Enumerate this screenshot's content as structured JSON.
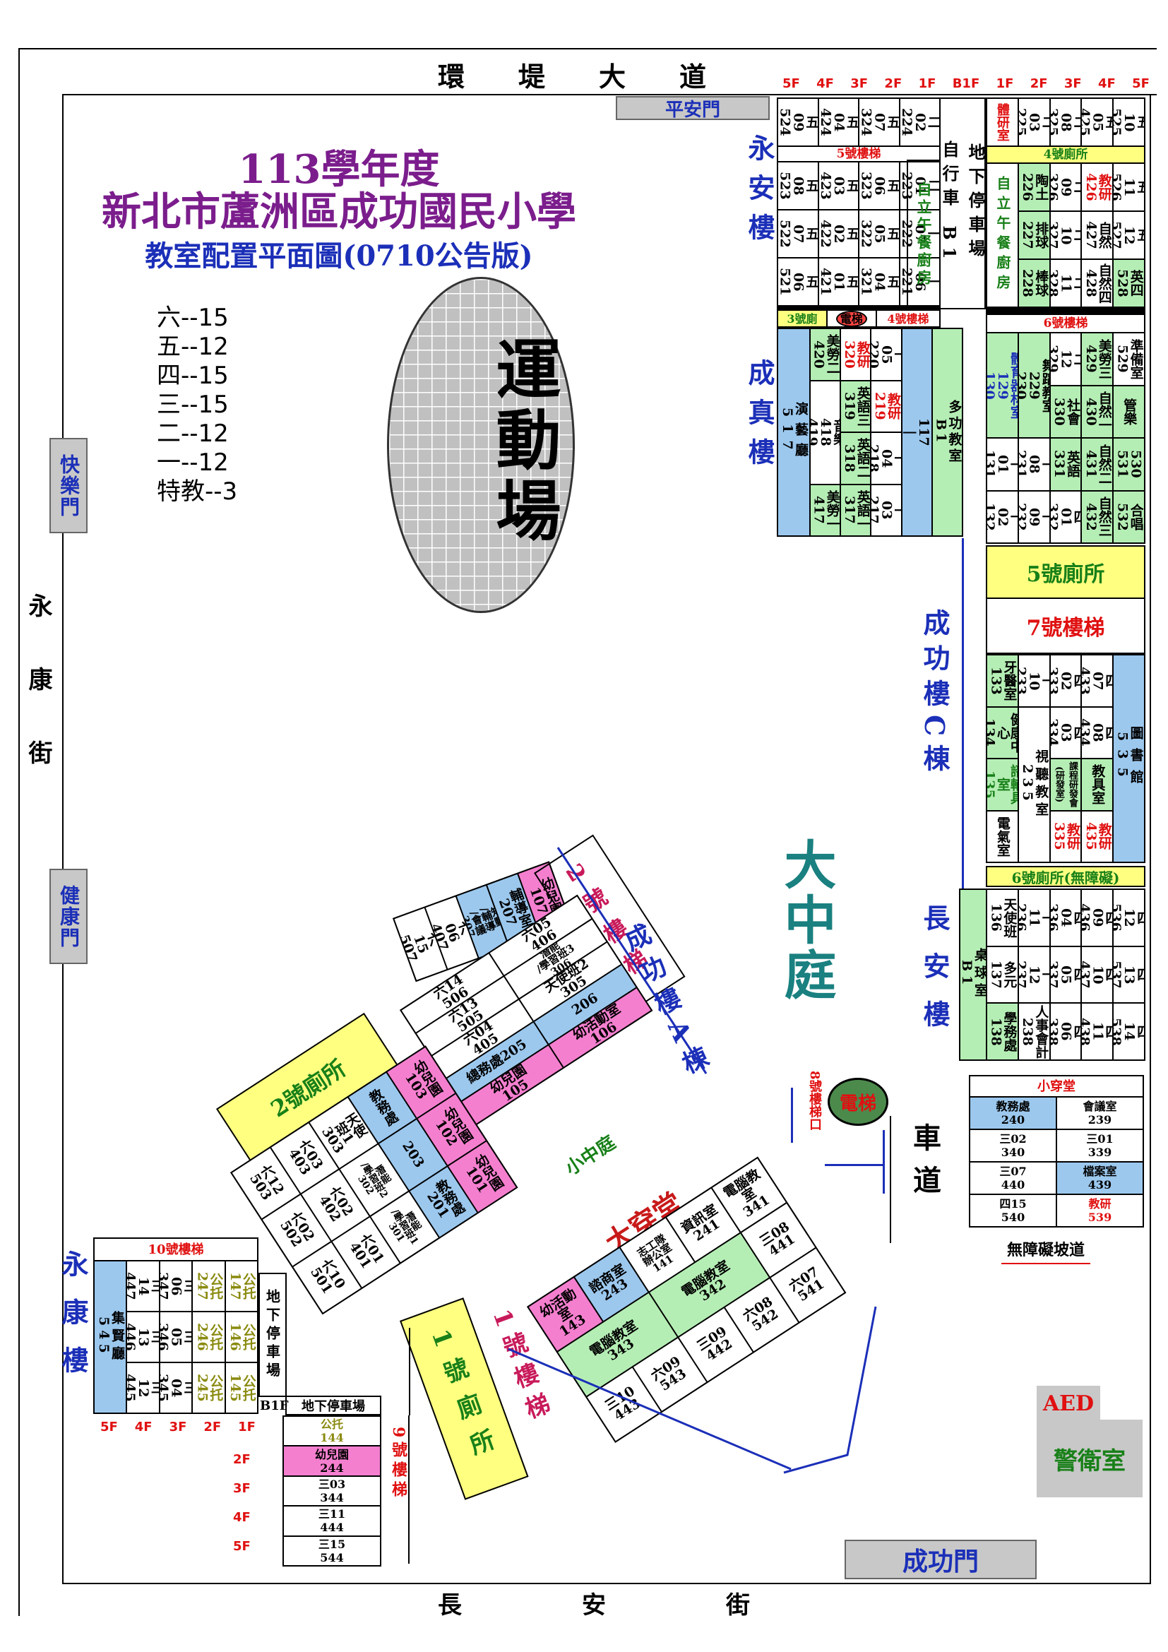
{
  "streets": {
    "top": "環　　堤　　大　　道",
    "bottom": "長　　　　　安　　　　　街",
    "left": "永康街"
  },
  "gates": {
    "ping_an": "平安門",
    "kuai_le": "快樂門",
    "jian_kang": "健康門",
    "cheng_gong": "成功門"
  },
  "title": {
    "year": "113學年度",
    "school": "新北市蘆洲區成功國民小學",
    "subtitle": "教室配置平面圖(0710公告版)"
  },
  "class_counts": [
    "六--15",
    "五--12",
    "四--15",
    "三--15",
    "二--12",
    "一--12",
    "特教--3"
  ],
  "field": "運動場",
  "courtyard": "大中庭",
  "small_courtyard": "小中庭",
  "hall": "大穿堂",
  "buildings": {
    "yong_an": "永安樓",
    "cheng_zhen": "成真樓",
    "cheng_gong_c": "成功樓C棟",
    "chang_an": "長安樓",
    "cheng_gong_a": "成功樓A棟",
    "yong_kang": "永康樓"
  },
  "floors_right": [
    "5F",
    "4F",
    "3F",
    "2F",
    "1F",
    "B1F",
    "1F",
    "2F",
    "3F",
    "4F",
    "5F"
  ],
  "floors_yongkang": [
    "5F",
    "4F",
    "3F",
    "2F",
    "1F"
  ],
  "floors_b9": [
    "2F",
    "3F",
    "4F",
    "5F"
  ],
  "yongan_rows": [
    [
      "五\n09\n524",
      "五\n04\n424",
      "五\n07\n324",
      "二\n02\n224"
    ],
    [
      "五\n08\n523",
      "五\n03\n423",
      "五\n06\n323",
      "二\n01\n223"
    ],
    [
      "五\n07\n522",
      "五\n02\n422",
      "五\n05\n322",
      "一\n07\n222"
    ],
    [
      "五\n06\n521",
      "五\n01\n421",
      "五\n04\n321",
      "一\n06\n221"
    ]
  ],
  "yongan_side": {
    "lunch": "自立午餐廚房",
    "parking": "地下停車場",
    "parking_floor": "自行車 B1"
  },
  "east_rows": [
    [
      "體研室",
      "二\n03\n225",
      "二\n08\n325",
      "五\n05\n425",
      "五\n10\n525"
    ],
    [
      "陶土\n226",
      "二\n09\n326",
      "教研\n426",
      "五\n11\n526"
    ],
    [
      "排球\n227",
      "二\n10\n327",
      "自然\n427",
      "五\n12\n527"
    ],
    [
      "棒球\n228",
      "二\n11\n328",
      "自然四\n428",
      "英四\n528"
    ]
  ],
  "east_lunch": "自立午餐廚房",
  "stairs": {
    "s3": "3號廁",
    "elev": "電梯",
    "s4": "4號樓梯",
    "s5": "5號樓梯",
    "t4": "4號廁所",
    "s6": "6號樓梯",
    "s7": "7號樓梯",
    "t5": "5號廁所",
    "t6": "6號廁所(無障礙)",
    "s8": "8號樓梯口",
    "elev8": "電梯",
    "s10": "10號樓梯",
    "s9": "9號樓梯",
    "t1": "1號廁所",
    "s1": "1號樓梯",
    "t2": "2號廁所",
    "s2": "2號樓梯"
  },
  "chengzhen": {
    "theater": "演藝廳\n517",
    "c1": [
      "美勞二\n420",
      "音樂\n418\n419",
      "美勞一\n417"
    ],
    "c2": [
      "教研\n320",
      "英語三\n319",
      "英語二\n318",
      "英語一\n317"
    ],
    "c3": [
      "教研\n219",
      "一\n05\n220",
      "一\n04\n218",
      "一\n03\n217"
    ],
    "library": "圖書館\n117\n|\n120",
    "multi": "多功教室\nB1"
  },
  "c6block": {
    "r1": [
      "體育器材室\n129\n130",
      "舞蹈教室\n229\n230",
      "二\n12\n329",
      "美勞三\n429",
      "準備室\n529"
    ],
    "r2": [
      "社會\n330",
      "自然一\n430",
      "管樂"
    ],
    "r3": [
      "一\n01\n131",
      "一\n08\n231",
      "英語\n331",
      "自然二\n431",
      "530\n531"
    ],
    "r4": [
      "一\n02\n132",
      "一\n09\n232",
      "四\n01\n332",
      "自然三\n432",
      "合唱\n532"
    ]
  },
  "c7block": {
    "col1": [
      "牙醫室\n133",
      "健康中心\n134",
      "諮輔具室\n135",
      "電氣室"
    ],
    "col2": [
      "一\n10\n233",
      "視聽教室\n235"
    ],
    "col3": [
      "四\n02\n333",
      "四\n03\n334",
      "課程研發會\n(研發室)",
      "教研\n335"
    ],
    "col4": [
      "四\n07\n433",
      "四\n08\n434",
      "教具室",
      "教研\n435"
    ],
    "library2": "圖書館\n535"
  },
  "changan": {
    "pingpong": "桌球室\nB1",
    "rows": [
      [
        "天使班\n136",
        "一\n11\n236",
        "四\n04\n336",
        "四\n09\n436",
        "四\n12\n536"
      ],
      [
        "多元\n137",
        "一\n12\n237",
        "四\n05\n337",
        "四\n10\n437",
        "四\n13\n537"
      ],
      [
        "學務處\n138",
        "人事會計\n238",
        "四\n06\n338",
        "四\n11\n438",
        "四\n14\n538"
      ]
    ]
  },
  "small_hall": {
    "title": "小穿堂",
    "rows": [
      [
        "教務處\n240",
        "會議室\n239"
      ],
      [
        "三02\n340",
        "三01\n339"
      ],
      [
        "三07\n440",
        "檔案室\n439"
      ],
      [
        "四15\n540",
        "教研\n539"
      ]
    ],
    "ramp": "無障礙坡道"
  },
  "aed": "AED",
  "guard": "警衛室",
  "driveway": "車道",
  "yongkang_bld": {
    "hall": "集賢廳\n545",
    "cols": [
      [
        "三\n14\n447",
        "三\n13\n446",
        "三\n12\n445"
      ],
      [
        "三\n06\n347",
        "三\n05\n346",
        "三\n04\n345"
      ],
      [
        "公托\n247",
        "公托\n246",
        "公托\n245"
      ],
      [
        "公托\n147",
        "公托\n146",
        "公托\n145"
      ]
    ],
    "parking": "地下停車場",
    "parking_b1": "B1F",
    "parking2": "地下停車場"
  },
  "b9": {
    "rows": [
      "公托\n144",
      "幼兒園\n244",
      "三03\n344",
      "三11\n444",
      "三15\n544"
    ]
  },
  "a_top": {
    "cells": [
      "六\n15\n507",
      "六\n06\n407",
      "知動\n/輔導\n/會議\n307",
      "輔導室\n207",
      "幼兒園\n107"
    ]
  },
  "a_mid": {
    "cells": [
      "六14\n506",
      "六05\n406",
      "六13\n505",
      "潛能\n/學習班3\n306",
      "六04\n405",
      "天使班2\n305",
      "總務處205",
      "206",
      "幼兒園\n105",
      "幼活動室\n106"
    ]
  },
  "a_left": {
    "cells": [
      "六12\n503",
      "六03\n403",
      "天使\n班1\n303",
      "教務處",
      "幼兒園\n103",
      "六02\n502",
      "六02\n402",
      "潛能\n/學習班2\n302",
      "203",
      "幼兒園\n102",
      "六10\n501",
      "六01\n401",
      "潛能\n/學習班1\n301",
      "教務處\n201",
      "幼兒園\n101"
    ]
  },
  "a_right": {
    "cells": [
      "志工隊\n辦公室\n141",
      "資訊室\n241",
      "電腦教室\n341",
      "三08\n441",
      "六07\n541",
      "幼活動室\n143",
      "諮商室\n243",
      "電腦教室\n342",
      "三09\n442",
      "六08\n542",
      "電腦教室\n343",
      "三10\n443",
      "六09\n543"
    ]
  }
}
